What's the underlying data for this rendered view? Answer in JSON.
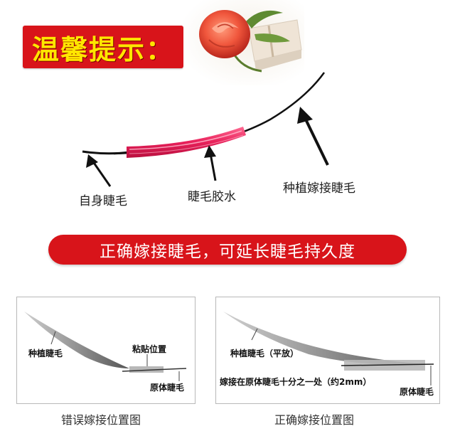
{
  "banner": {
    "title": "温馨提示："
  },
  "diagram": {
    "label_natural": "自身睫毛",
    "label_glue": "睫毛胶水",
    "label_extension": "种植嫁接睫毛"
  },
  "pill": {
    "text": "正确嫁接睫毛，可延长睫毛持久度"
  },
  "wrong_panel": {
    "label_extension": "种植睫毛",
    "label_glue_spot": "粘贴位置",
    "label_natural": "原体睫毛",
    "caption": "错误嫁接位置图"
  },
  "right_panel": {
    "label_extension": "种植睫毛（平放）",
    "label_position": "嫁接在原体睫毛十分之一处（约2mm）",
    "label_natural": "原体睫毛",
    "caption": "正确嫁接位置图"
  },
  "colors": {
    "accent_red": "#d8141a",
    "banner_text": "#ffe600",
    "glue_pink": "#e8205a"
  }
}
